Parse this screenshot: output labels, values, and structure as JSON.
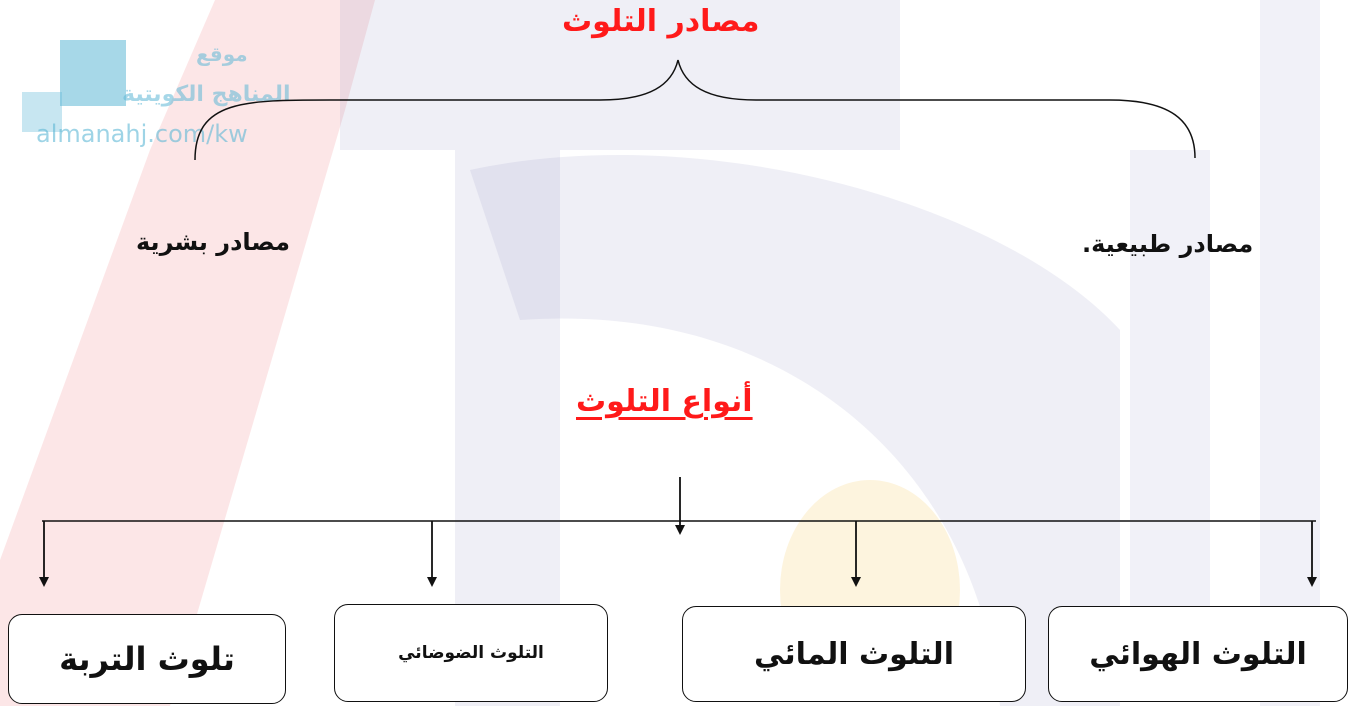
{
  "watermark": {
    "line1": "موقع",
    "line2": "المناهج الكويتية",
    "url": "almanahj.com/kw"
  },
  "sources": {
    "title": "مصادر التلوث",
    "natural": "مصادر طبيعية.",
    "human": "مصادر بشرية"
  },
  "types": {
    "title": "أنواع التلوث",
    "items": [
      "التلوث الهوائي",
      "التلوث المائي",
      "التلوث الضوضائي",
      "تلوث التربة"
    ]
  },
  "colors": {
    "title": "#ff1a1a",
    "text": "#111111",
    "watermark": "#5fb8d6"
  }
}
